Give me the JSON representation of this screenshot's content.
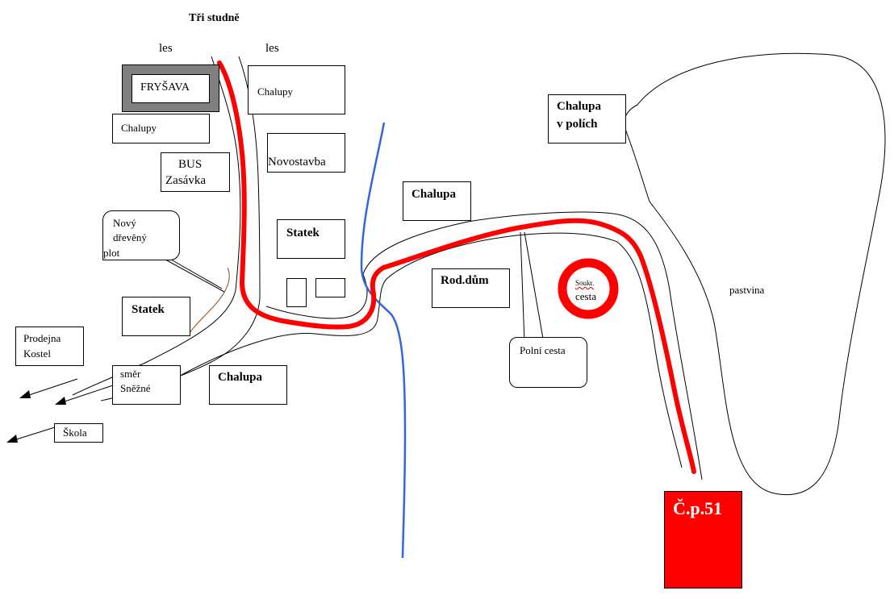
{
  "title": "Tři studně",
  "forest_left": "les",
  "forest_right": "les",
  "labels": {
    "frysava": "FRYŠAVA",
    "chalupy_1": "Chalupy",
    "chalupy_2": "Chalupy",
    "bus_1": "BUS",
    "bus_2": "Zasávka",
    "novostavba": "Novostavba",
    "plot_1": "Nový",
    "plot_2": "dřevěný",
    "plot_3": "plot",
    "statek_1": "Statek",
    "statek_2": "Statek",
    "chalupa_mid": "Chalupa",
    "chalupa_poli_1": "Chalupa",
    "chalupa_poli_2": "v  polích",
    "rod_dum": "Rod.dům",
    "soukr_1": "Soukr.",
    "soukr_2": "cesta",
    "pastvina": "pastvina",
    "polni_cesta": "Polní cesta",
    "prodejna_1": "Prodejna",
    "prodejna_2": "Kostel",
    "smer_1": "směr",
    "smer_2": "Sněžné",
    "chalupa_bottom": "Chalupa",
    "skola": "Škola",
    "cp51": "Č.p.51"
  },
  "colors": {
    "route": "#ff0000",
    "stream": "#3366dd",
    "house_cp51": "#ff0000",
    "frysava_frame": "#808080",
    "fence": "#996633"
  }
}
